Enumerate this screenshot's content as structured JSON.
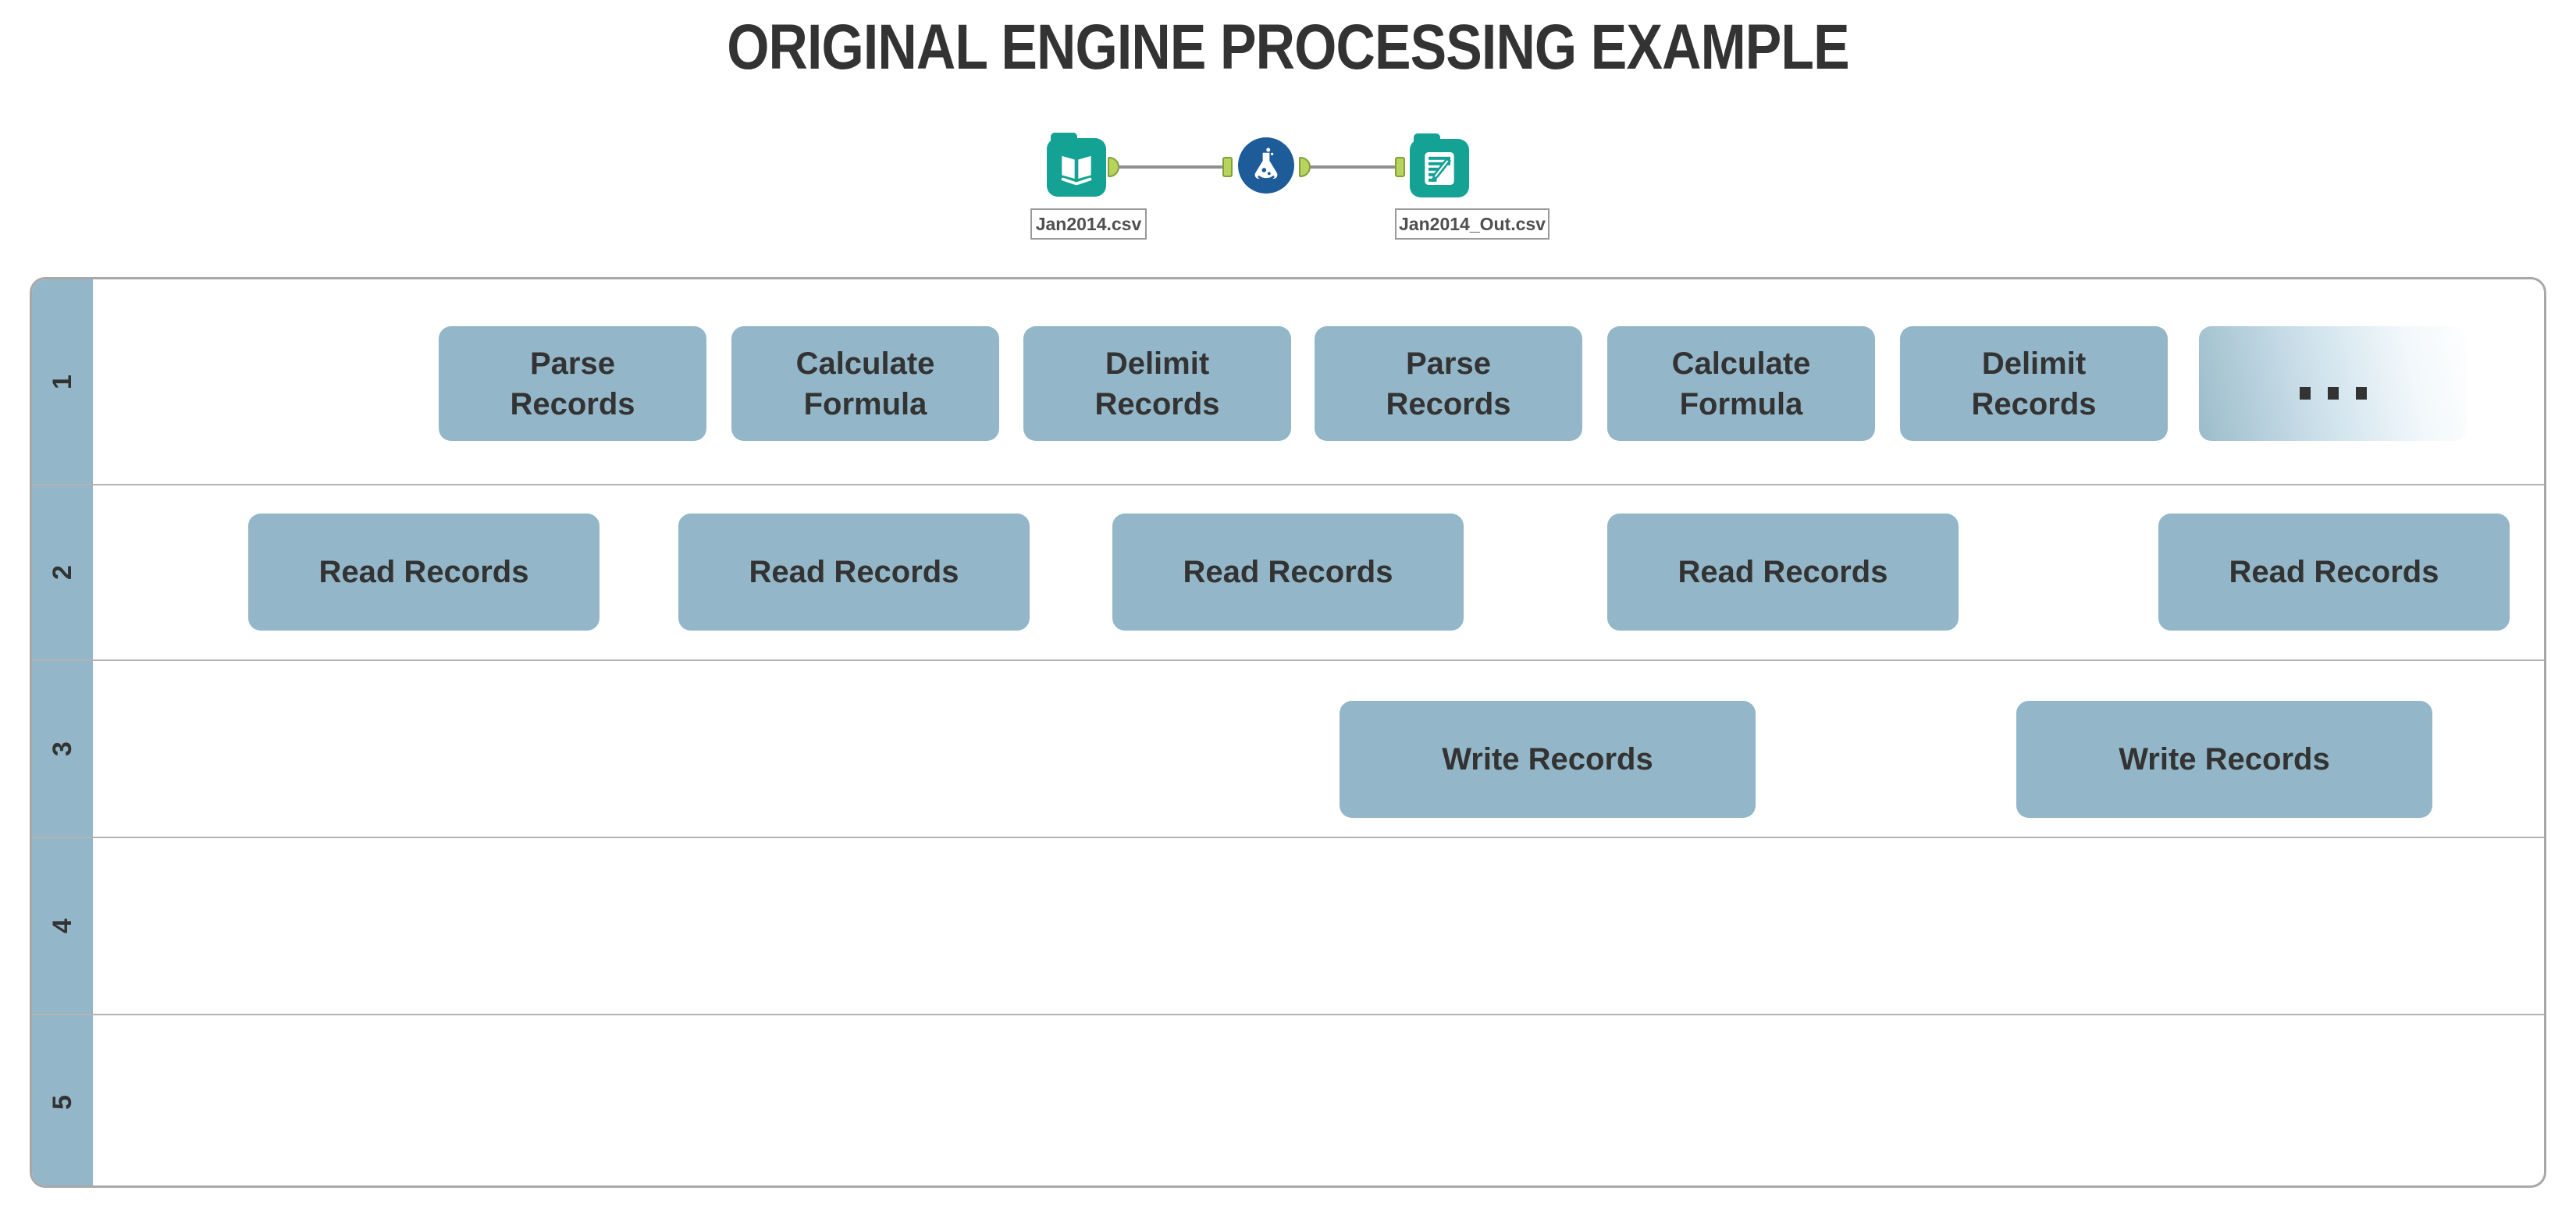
{
  "title": "ORIGINAL ENGINE PROCESSING EXAMPLE",
  "workflow": {
    "input_label": "Jan2014.csv",
    "output_label": "Jan2014_Out.csv",
    "input_tool": "input-data-tool",
    "formula_tool": "formula-tool",
    "output_tool": "output-data-tool"
  },
  "swimlanes": {
    "lane_numbers": [
      "1",
      "2",
      "3",
      "4",
      "5"
    ],
    "row1_boxes": [
      "Parse\nRecords",
      "Calculate\nFormula",
      "Delimit\nRecords",
      "Parse\nRecords",
      "Calculate\nFormula",
      "Delimit\nRecords"
    ],
    "row1_ellipsis": "...",
    "row2_boxes": [
      "Read Records",
      "Read Records",
      "Read Records",
      "Read Records",
      "Read Records"
    ],
    "row3_boxes": [
      "Write Records",
      "Write Records"
    ]
  },
  "colors": {
    "box_fill": "#93b7c8",
    "lane_strip_fill": "#93b7c8",
    "box_text": "#333333",
    "container_border": "#a8a8a8",
    "lane_divider": "#b3b3b3",
    "tool_teal": "#14a294",
    "formula_blue": "#1e5c99",
    "connector_green": "#b9d45e",
    "connector_green_border": "#81a136",
    "connector_line": "#8f8f8f",
    "file_label_border": "#9a9a9a",
    "file_label_text": "#4f4f4f",
    "title_color": "#333333"
  }
}
